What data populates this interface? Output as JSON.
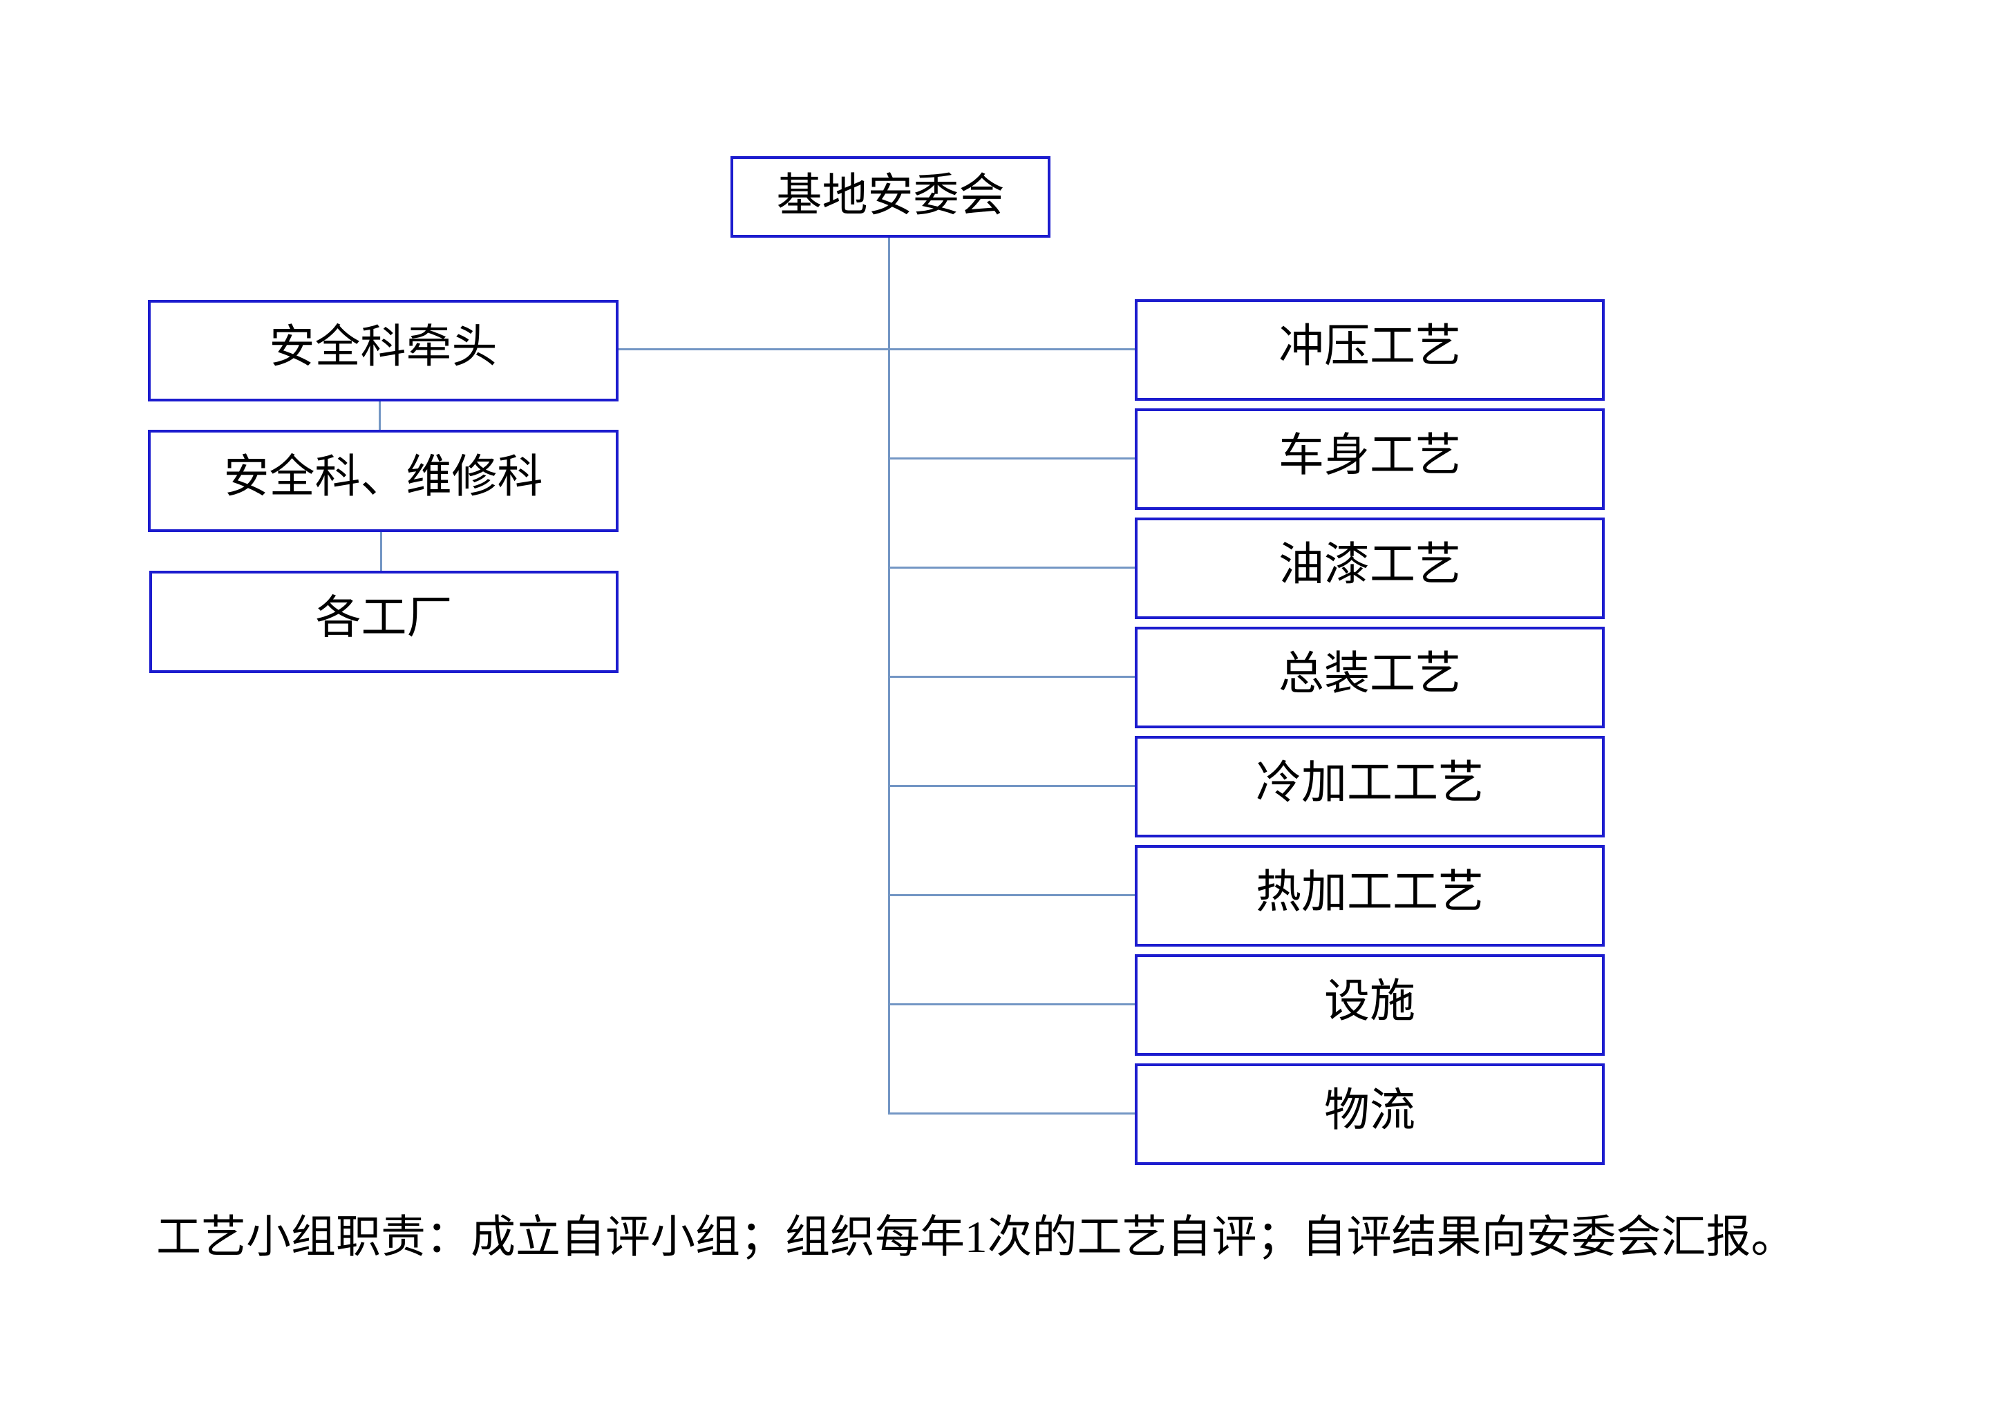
{
  "diagram": {
    "type": "org-chart",
    "root": {
      "label": "基地安委会"
    },
    "left_nodes": [
      {
        "label": "安全科牵头"
      },
      {
        "label": "安全科、维修科"
      },
      {
        "label": "各工厂"
      }
    ],
    "right_nodes": [
      {
        "label": "冲压工艺"
      },
      {
        "label": "车身工艺"
      },
      {
        "label": "油漆工艺"
      },
      {
        "label": "总装工艺"
      },
      {
        "label": "冷加工工艺"
      },
      {
        "label": "热加工工艺"
      },
      {
        "label": "设施"
      },
      {
        "label": "物流"
      }
    ],
    "colors": {
      "box_border": "#1C1CCE",
      "connector": "#7396C4",
      "text": "#000000",
      "background": "#FFFFFF"
    }
  },
  "page": {
    "footnote": "工艺小组职责：成立自评小组；组织每年1次的工艺自评；自评结果向安委会汇报。"
  }
}
